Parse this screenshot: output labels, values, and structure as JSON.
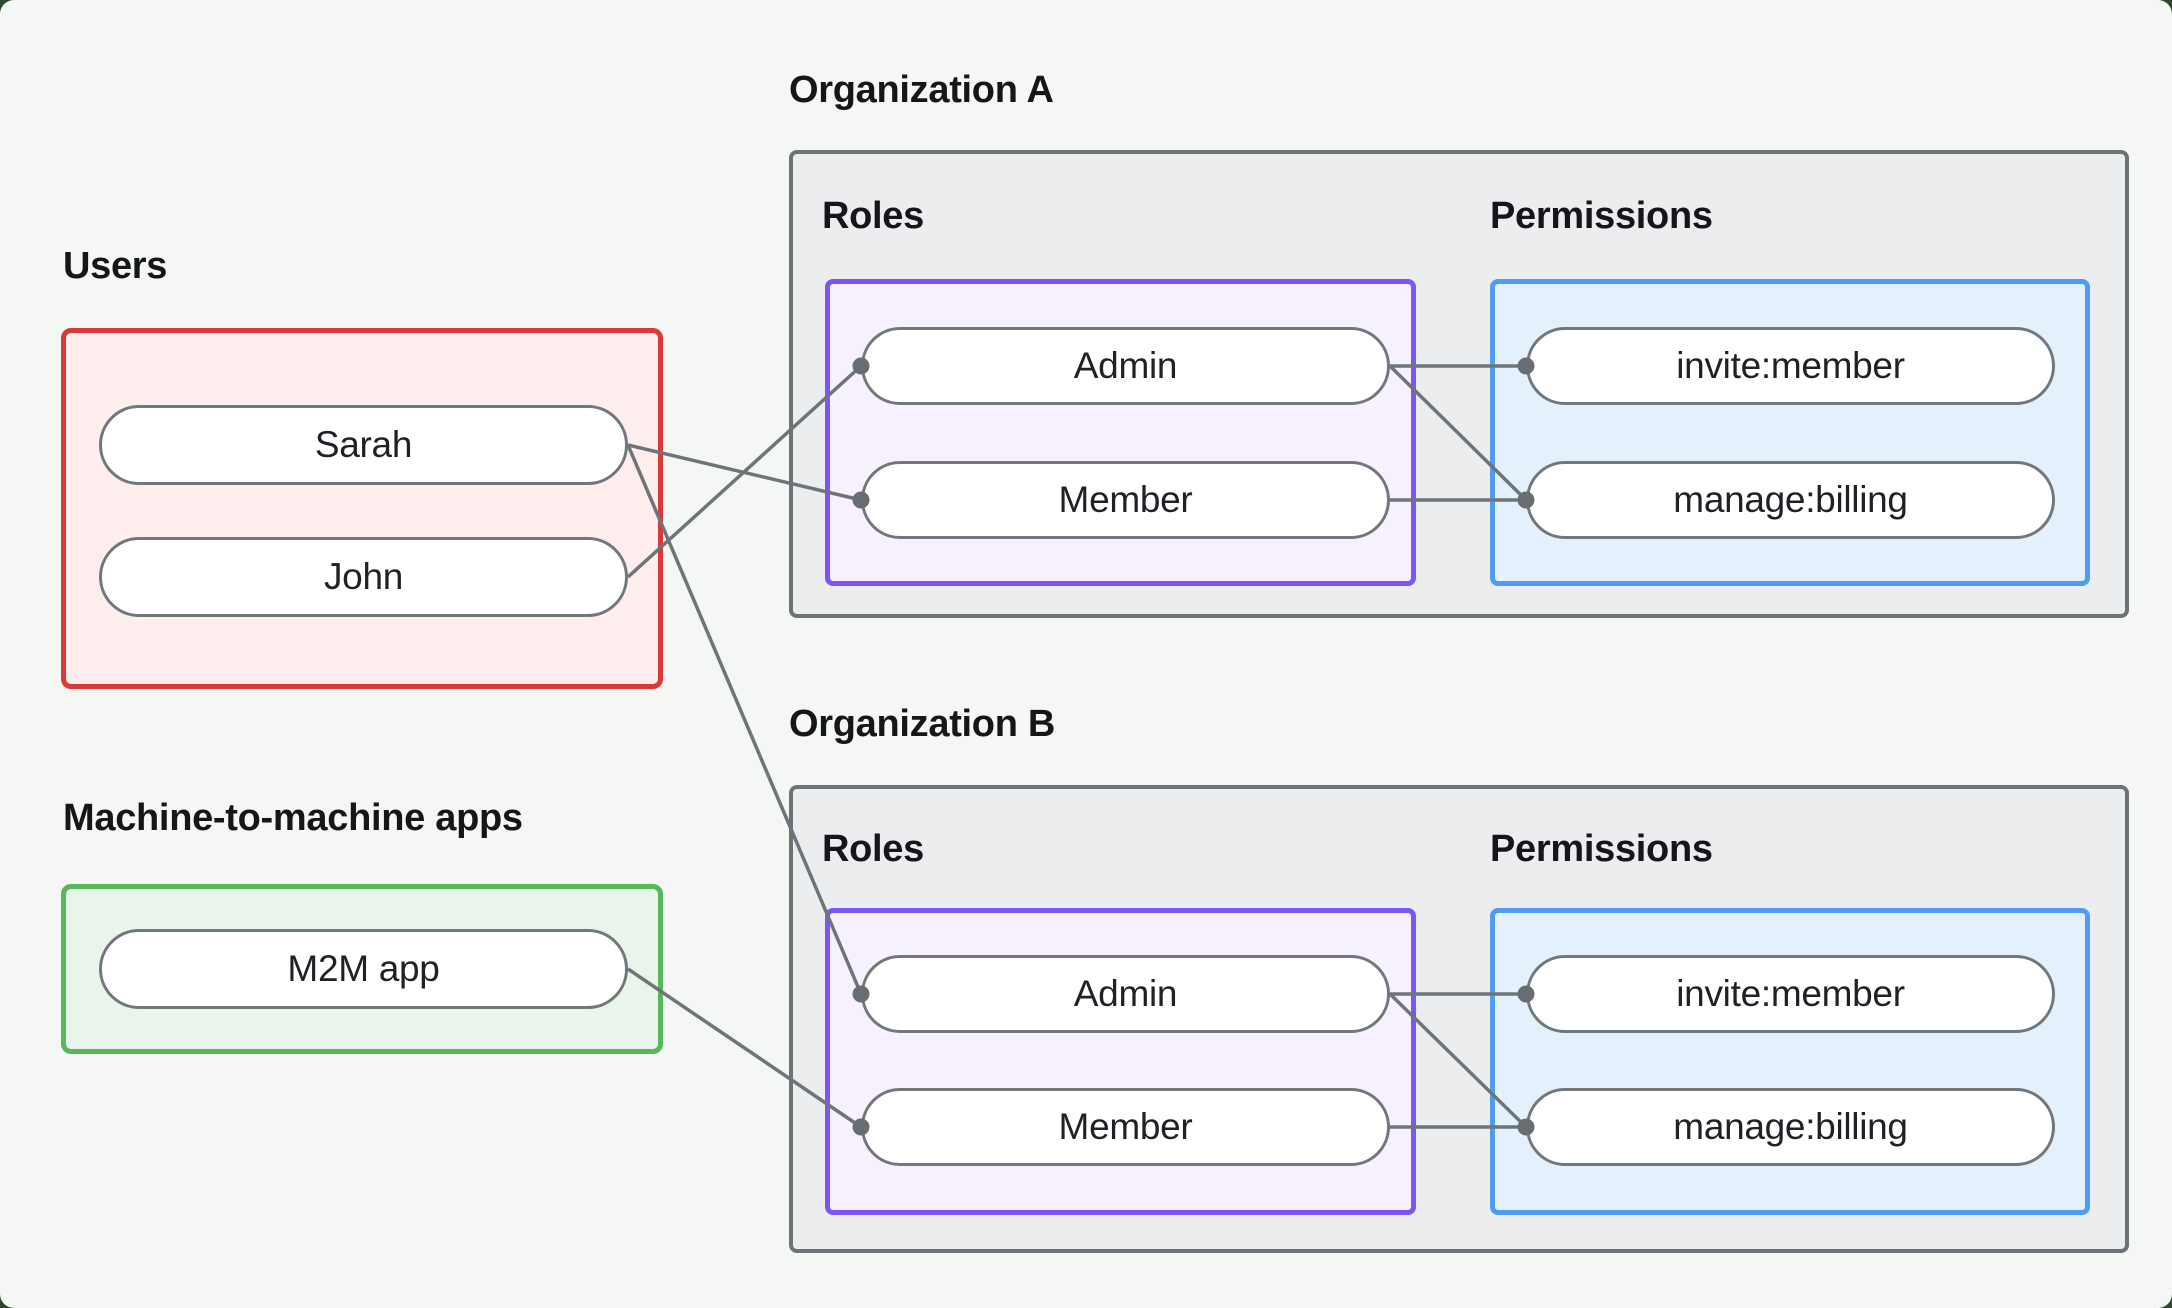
{
  "users": {
    "title": "Users",
    "items": [
      "Sarah",
      "John"
    ]
  },
  "m2m": {
    "title": "Machine-to-machine apps",
    "items": [
      "M2M app"
    ]
  },
  "org_a": {
    "title": "Organization A",
    "roles": {
      "label": "Roles",
      "items": [
        "Admin",
        "Member"
      ]
    },
    "permissions": {
      "label": "Permissions",
      "items": [
        "invite:member",
        "manage:billing"
      ]
    }
  },
  "org_b": {
    "title": "Organization B",
    "roles": {
      "label": "Roles",
      "items": [
        "Admin",
        "Member"
      ]
    },
    "permissions": {
      "label": "Permissions",
      "items": [
        "invite:member",
        "manage:billing"
      ]
    }
  },
  "edges": [
    {
      "from": "Sarah",
      "to": "Organization A / Member"
    },
    {
      "from": "John",
      "to": "Organization A / Admin"
    },
    {
      "from": "Sarah",
      "to": "Organization B / Admin"
    },
    {
      "from": "M2M app",
      "to": "Organization B / Member"
    },
    {
      "from": "Organization A / Admin",
      "to": "Organization A / invite:member"
    },
    {
      "from": "Organization A / Admin",
      "to": "Organization A / manage:billing"
    },
    {
      "from": "Organization A / Member",
      "to": "Organization A / manage:billing"
    },
    {
      "from": "Organization B / Admin",
      "to": "Organization B / invite:member"
    },
    {
      "from": "Organization B / Admin",
      "to": "Organization B / manage:billing"
    },
    {
      "from": "Organization B / Member",
      "to": "Organization B / manage:billing"
    }
  ],
  "colors": {
    "canvas_bg": "#f4f7f4",
    "users_border": "#d93a35",
    "users_fill": "#fdeeed",
    "m2m_border": "#58b75b",
    "m2m_fill": "#e9f5ea",
    "org_border": "#6e7276",
    "org_fill": "#ecedee",
    "roles_border": "#7b55f6",
    "roles_fill": "#f6f1fd",
    "permissions_border": "#4f9cf5",
    "permissions_fill": "#e4f1fd",
    "connector": "#6f7478",
    "pill_border": "#72777b"
  }
}
